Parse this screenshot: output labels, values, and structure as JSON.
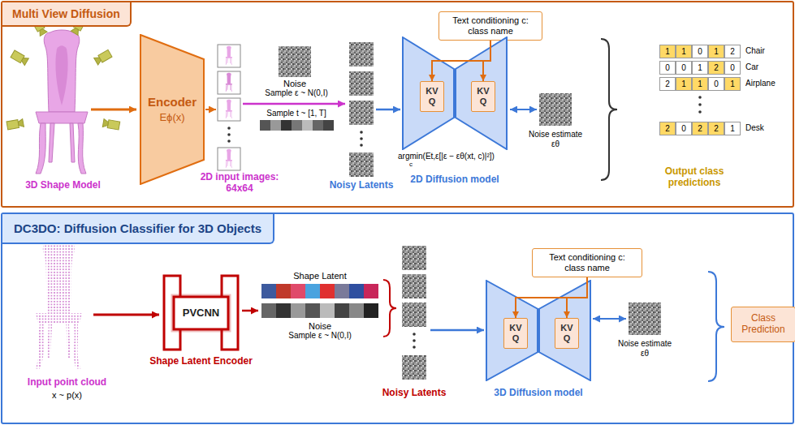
{
  "diagram": {
    "nodes": [
      {
        "text": [
          "Multi View Diffusion"
        ]
      },
      {
        "text": [
          "Encoder",
          "Eϕ(x)"
        ],
        "in": 0
      },
      {
        "text": [
          "Text conditioning c: class name"
        ],
        "in": 0
      },
      {
        "text": [
          "2D Diffusion model"
        ],
        "in": 0
      },
      {
        "text": [
          "KV Q"
        ],
        "in": 3
      },
      {
        "text": [
          "KV Q"
        ],
        "in": 3
      },
      {
        "text": [
          "DC3DO: Diffusion Classifier for 3D Objects"
        ]
      },
      {
        "text": [
          "PVCNN",
          "Shape Latent Encoder"
        ],
        "in": 6
      },
      {
        "text": [
          "Text conditioning c: class name"
        ],
        "in": 6
      },
      {
        "text": [
          "3D Diffusion model"
        ],
        "in": 6
      },
      {
        "text": [
          "KV Q"
        ],
        "in": 9
      },
      {
        "text": [
          "KV Q"
        ],
        "in": 9
      },
      {
        "text": [
          "Class Prediction"
        ],
        "in": 6
      }
    ],
    "edges": [
      {
        "from": 2,
        "to": 4,
        "arrow": "to"
      },
      {
        "from": 2,
        "to": 5,
        "arrow": "to"
      },
      {
        "from": 8,
        "to": 10,
        "arrow": "to"
      },
      {
        "from": 8,
        "to": 11,
        "arrow": "to"
      }
    ],
    "labels": [
      "3D Shape Model",
      "2D input images: 64x64",
      "Noise",
      "Sample ε ~ N(0,I)",
      "Sample t ~ [1, T]",
      "Noisy Latents",
      "argmin(Et,ε[|ε − εθ(xt, c)|²])",
      "c",
      "Noise estimate εθ",
      "Output class predictions",
      "1",
      "1",
      "0",
      "1",
      "2",
      "Chair",
      "0",
      "0",
      "1",
      "2",
      "0",
      "Car",
      "2",
      "1",
      "1",
      "0",
      "1",
      "Airplane",
      "2",
      "0",
      "2",
      "2",
      "1",
      "Desk",
      "Input point cloud",
      "x ~ p(x)",
      "Shape Latent",
      "Noise",
      "Sample ε ~ N(0,I)",
      "Noisy Latents",
      "Noise estimate εθ"
    ]
  }
}
